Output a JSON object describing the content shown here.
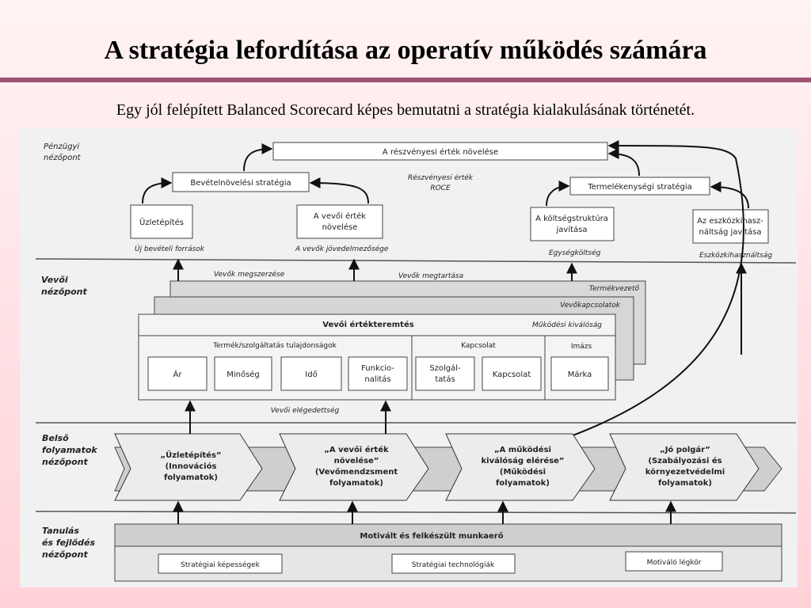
{
  "title": "A stratégia lefordítása az operatív működés számára",
  "subtitle": "Egy jól felépített Balanced Scorecard képes bemutatni a stratégia kialakulásának történetét.",
  "perspectives": {
    "financial": [
      "Pénzügyi",
      "nézőpont"
    ],
    "customer": [
      "Vevői",
      "nézőpont"
    ],
    "internal": [
      "Belső",
      "folyamatok",
      "nézőpont"
    ],
    "learning": [
      "Tanulás",
      "és fejlődés",
      "nézőpont"
    ]
  },
  "financial": {
    "top": "A részvényesi érték növelése",
    "revenue_strategy": "Bevételnövelési stratégia",
    "productivity_strategy": "Termelékenységi stratégia",
    "roe": [
      "Részvényesi érték",
      "ROCE"
    ],
    "boxes": [
      [
        "Üzletépítés"
      ],
      [
        "A vevői érték",
        "növelése"
      ],
      [
        "A költségstruktúra",
        "javítása"
      ],
      [
        "Az eszközkihasz-",
        "náltság javítása"
      ]
    ],
    "measures": [
      "Új bevételi források",
      "A vevők jövedelmezősége",
      "Egységköltség",
      "Eszközkihasználtság"
    ]
  },
  "customer": {
    "acquisition": "Vevők megszerzése",
    "retention": "Vevők megtartása",
    "layer_labels": [
      "Termékvezető",
      "Vevőkapcsolatok",
      "Működési kiválóság"
    ],
    "value_creation": "Vevői értékteremtés",
    "groups": [
      "Termék/szolgáltatás tulajdonságok",
      "Kapcsolat",
      "Imázs"
    ],
    "attributes": [
      [
        "Ár"
      ],
      [
        "Minőség"
      ],
      [
        "Idő"
      ],
      [
        "Funkcio-",
        "nalitás"
      ],
      [
        "Szolgál-",
        "tatás"
      ],
      [
        "Kapcsolat"
      ],
      [
        "Márka"
      ]
    ],
    "satisfaction": "Vevői elégedettség"
  },
  "internal": {
    "processes": [
      [
        "„Üzletépítés”",
        "(Innovációs",
        "folyamatok)"
      ],
      [
        "„A vevői érték",
        "növelése”",
        "(Vevőmendzsment",
        "folyamatok)"
      ],
      [
        "„A működési",
        "kiválóság elérése”",
        "(Működési",
        "folyamatok)"
      ],
      [
        "„Jó polgár”",
        "(Szabályozási és",
        "környezetvédelmi",
        "folyamatok)"
      ]
    ]
  },
  "learning": {
    "workforce": "Motivált és felkészült munkaerő",
    "items": [
      "Stratégiai képességek",
      "Stratégiai technológiák",
      "Motiváló légkör"
    ]
  }
}
